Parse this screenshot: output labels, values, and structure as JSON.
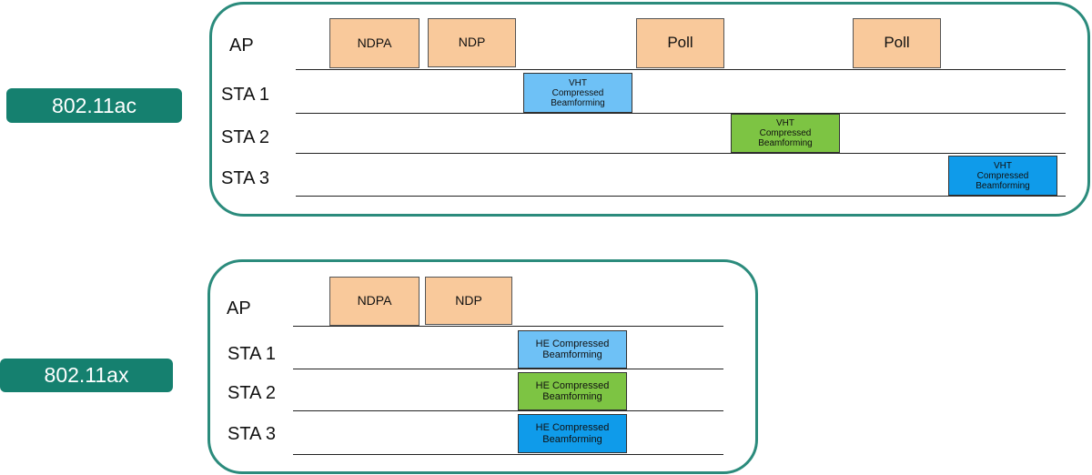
{
  "colors": {
    "tag": "#15806f",
    "panel_border": "#2b8b7c",
    "ap_frame": "#f9c99b",
    "sta1_frame": "#6ec1f6",
    "sta2_frame": "#7dc443",
    "sta3_frame": "#0f9bea"
  },
  "ac": {
    "tag": "802.11ac",
    "rows": [
      "AP",
      "STA 1",
      "STA 2",
      "STA 3"
    ],
    "frames": {
      "ndpa": "NDPA",
      "ndp": "NDP",
      "poll1": "Poll",
      "poll2": "Poll",
      "sta1": "VHT\nCompressed\nBeamforming",
      "sta2": "VHT\nCompressed\nBeamforming",
      "sta3": "VHT\nCompressed\nBeamforming"
    }
  },
  "ax": {
    "tag": "802.11ax",
    "rows": [
      "AP",
      "STA 1",
      "STA 2",
      "STA 3"
    ],
    "frames": {
      "ndpa": "NDPA",
      "ndp": "NDP",
      "sta1": "HE Compressed\nBeamforming",
      "sta2": "HE Compressed\nBeamforming",
      "sta3": "HE Compressed\nBeamforming"
    }
  }
}
